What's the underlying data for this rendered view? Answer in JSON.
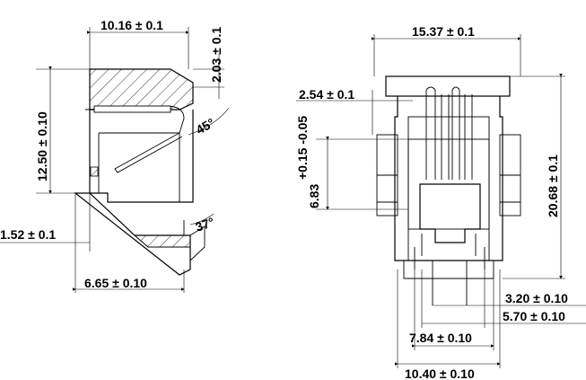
{
  "side_view": {
    "dims": {
      "width_top": "10.16  ±  0.1",
      "top_thickness": "2.03  ±  0.1",
      "height": "12.50  ±  0.10",
      "bottom_offset": "1.52  ±  0.1",
      "bottom_width": "6.65  ±  0.10",
      "angle_top": "45°",
      "angle_bottom": "37°"
    }
  },
  "front_view": {
    "dims": {
      "overall_width": "15.37  ±  0.1",
      "side_offset": "2.54  ±  0.1",
      "overall_height": "20.68  ±  0.1",
      "opening_height": "6.83",
      "opening_tol": "+0.15 -0.05",
      "pin_spacing_1": "3.20  ±  0.10",
      "pin_spacing_2": "5.70  ±  0.10",
      "pin_spacing_3": "7.84  ±  0.10",
      "body_width": "10.40  ±  0.10"
    }
  },
  "colors": {
    "line": "#000000",
    "background": "#ffffff"
  }
}
